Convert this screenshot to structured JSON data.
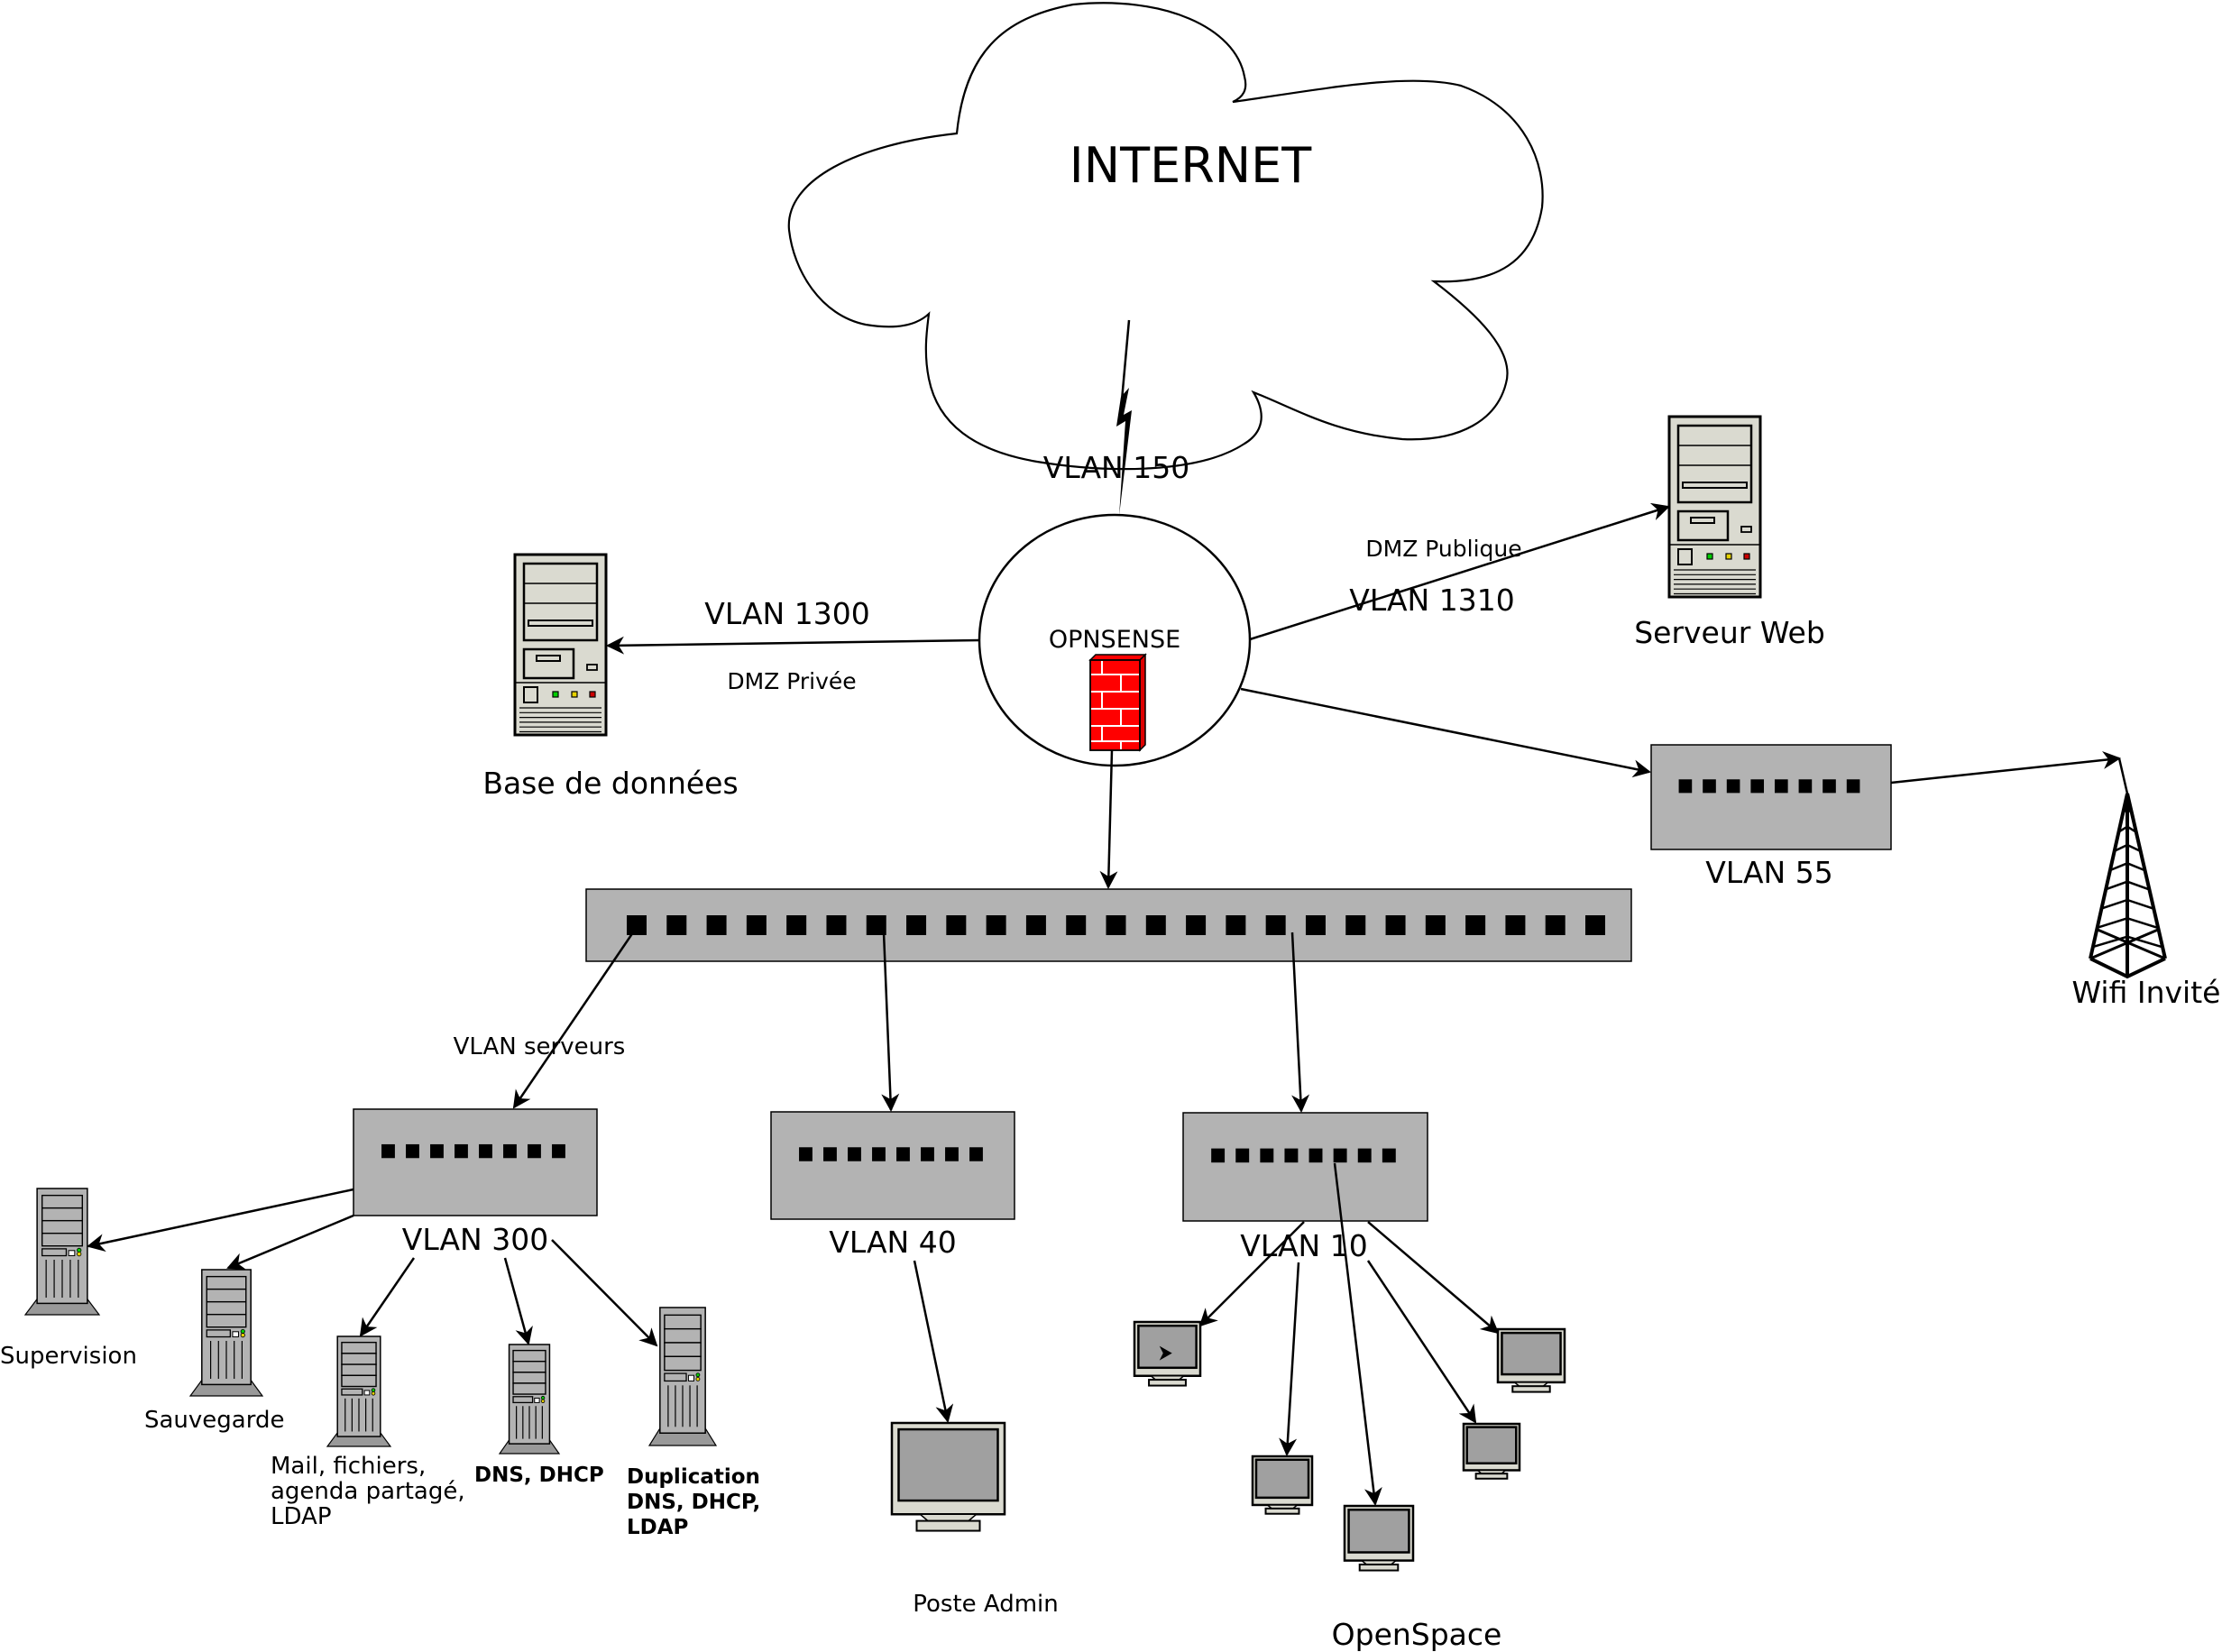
{
  "internet": {
    "label": "INTERNET",
    "link_label": "VLAN 150"
  },
  "firewall": {
    "label": "OPNSENSE",
    "brick_color": "#ff0000"
  },
  "dmz_private": {
    "vlan_label": "VLAN 1300",
    "zone_label": "DMZ Privée",
    "server_label": "Base de données"
  },
  "dmz_public": {
    "zone_label": "DMZ Publique",
    "vlan_label": "VLAN 1310",
    "server_label": "Serveur Web"
  },
  "guest": {
    "switch_label": "VLAN 55",
    "ap_label": "Wifi Invité",
    "switch_ports": 8
  },
  "core_switch": {
    "ports": 25
  },
  "servers_vlan": {
    "link_label": "VLAN serveurs",
    "switch_label": "VLAN 300",
    "switch_ports": 8,
    "servers": [
      {
        "label_lines": [
          "Supervision"
        ],
        "bold": false
      },
      {
        "label_lines": [
          "Sauvegarde"
        ],
        "bold": false
      },
      {
        "label_lines": [
          "Mail, fichiers,",
          "agenda partagé,",
          "LDAP"
        ],
        "bold": false
      },
      {
        "label_lines": [
          "DNS, DHCP"
        ],
        "bold": true
      },
      {
        "label_lines": [
          "Duplication",
          " DNS, DHCP,",
          "LDAP"
        ],
        "bold": true
      }
    ]
  },
  "admin_vlan": {
    "switch_label": "VLAN 40",
    "switch_ports": 8,
    "workstation_label": "Poste Admin"
  },
  "openspace_vlan": {
    "switch_label": "VLAN 10",
    "switch_ports": 8,
    "area_label": "OpenSpace",
    "workstation_count": 5
  },
  "colors": {
    "switch_fill": "#b3b3b3",
    "server_beige": "#dadad0",
    "tower_gray": "#b3b3b3",
    "screen_gray": "#a0a0a0",
    "led_green": "#00cc00",
    "led_yellow": "#e6d200",
    "led_red": "#cc0000"
  }
}
